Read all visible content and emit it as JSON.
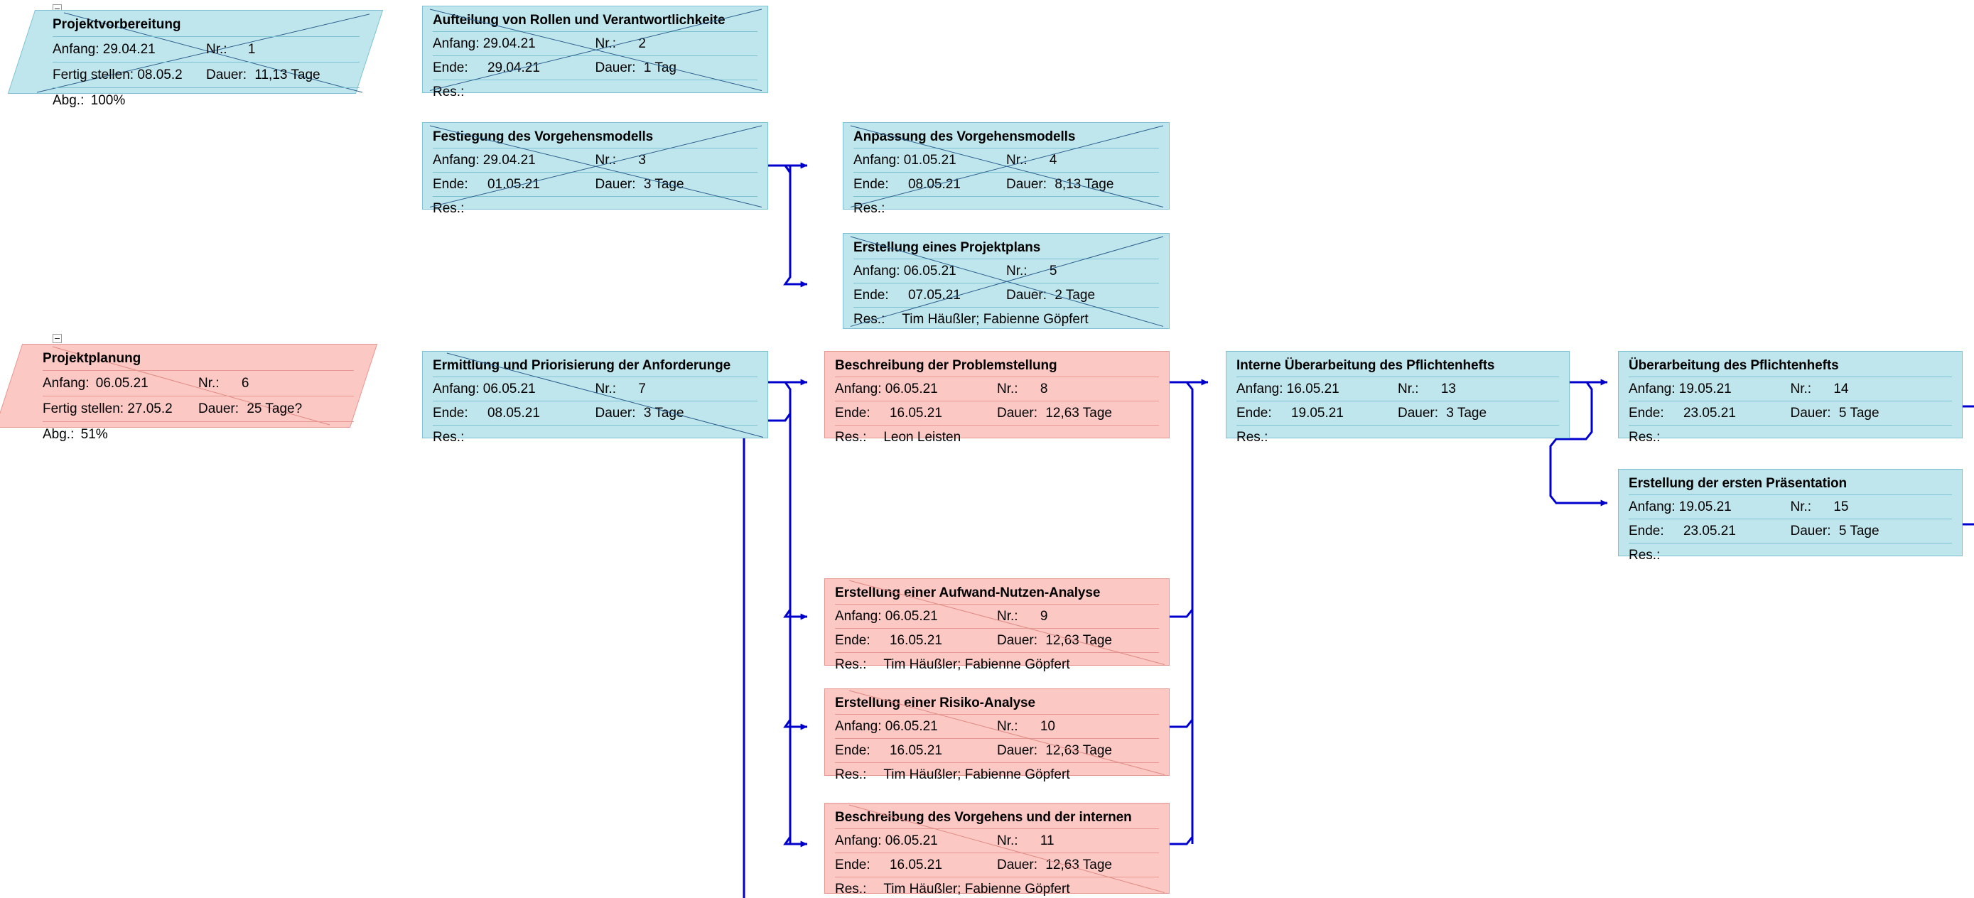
{
  "diagram": {
    "type": "network-diagram",
    "tool_hint": "project-network-diagram",
    "field_labels": {
      "anfang": "Anfang:",
      "ende": "Ende:",
      "fertig": "Fertig stellen:",
      "nr": "Nr.:",
      "dauer": "Dauer:",
      "res": "Res.:",
      "abg": "Abg.:"
    },
    "colors": {
      "cyan_fill": "#bfe6ec",
      "cyan_border": "#7cc2d2",
      "pink_fill": "#fbc8c4",
      "pink_border": "#e79792",
      "link": "#0000cc"
    }
  },
  "summaries": [
    {
      "id": "s1",
      "style": "cyan",
      "title": "Projektvorbereitung",
      "anfang": "29.04.21",
      "nr": "1",
      "fertig": "08.05.2",
      "dauer": "11,13 Tage",
      "abg": "100%",
      "struck": true
    },
    {
      "id": "s6",
      "style": "pink",
      "title": "Projektplanung",
      "anfang": "06.05.21",
      "nr": "6",
      "fertig": "27.05.2",
      "dauer": "25 Tage?",
      "abg": "51%",
      "struck": true
    }
  ],
  "tasks": [
    {
      "id": "t2",
      "style": "cyan",
      "title": "Aufteilung von Rollen und Verantwortlichkeite",
      "anfang": "29.04.21",
      "nr": "2",
      "ende": "29.04.21",
      "dauer": "1 Tag",
      "res": "",
      "struck": "x"
    },
    {
      "id": "t3",
      "style": "cyan",
      "title": "Festiegung des Vorgehensmodells",
      "anfang": "29.04.21",
      "nr": "3",
      "ende": "01.05.21",
      "dauer": "3 Tage",
      "res": "",
      "struck": "x"
    },
    {
      "id": "t4",
      "style": "cyan",
      "title": "Anpassung des Vorgehensmodells",
      "anfang": "01.05.21",
      "nr": "4",
      "ende": "08.05.21",
      "dauer": "8,13 Tage",
      "res": "",
      "struck": "x"
    },
    {
      "id": "t5",
      "style": "cyan",
      "title": "Erstellung eines Projektplans",
      "anfang": "06.05.21",
      "nr": "5",
      "ende": "07.05.21",
      "dauer": "2 Tage",
      "res": "Tim Häußler; Fabienne Göpfert",
      "struck": "x"
    },
    {
      "id": "t7",
      "style": "cyan",
      "title": "Ermittlung und Priorisierung der Anforderunge",
      "anfang": "06.05.21",
      "nr": "7",
      "ende": "08.05.21",
      "dauer": "3 Tage",
      "res": "",
      "struck": "diag"
    },
    {
      "id": "t8",
      "style": "pink",
      "title": "Beschreibung der Problemstellung",
      "anfang": "06.05.21",
      "nr": "8",
      "ende": "16.05.21",
      "dauer": "12,63 Tage",
      "res": "Leon Leisten",
      "struck": "none"
    },
    {
      "id": "t9",
      "style": "pink",
      "title": "Erstellung einer Aufwand-Nutzen-Analyse",
      "anfang": "06.05.21",
      "nr": "9",
      "ende": "16.05.21",
      "dauer": "12,63 Tage",
      "res": "Tim Häußler; Fabienne Göpfert",
      "struck": "diag"
    },
    {
      "id": "t10",
      "style": "pink",
      "title": "Erstellung einer Risiko-Analyse",
      "anfang": "06.05.21",
      "nr": "10",
      "ende": "16.05.21",
      "dauer": "12,63 Tage",
      "res": "Tim Häußler; Fabienne Göpfert",
      "struck": "diag"
    },
    {
      "id": "t11",
      "style": "pink",
      "title": "Beschreibung des Vorgehens und der internen",
      "anfang": "06.05.21",
      "nr": "11",
      "ende": "16.05.21",
      "dauer": "12,63 Tage",
      "res": "Tim Häußler; Fabienne Göpfert",
      "struck": "diag"
    },
    {
      "id": "t13",
      "style": "cyan",
      "title": "Interne Überarbeitung des Pflichtenhefts",
      "anfang": "16.05.21",
      "nr": "13",
      "ende": "19.05.21",
      "dauer": "3 Tage",
      "res": "",
      "struck": "none"
    },
    {
      "id": "t14",
      "style": "cyan",
      "title": "Überarbeitung des Pflichtenhefts",
      "anfang": "19.05.21",
      "nr": "14",
      "ende": "23.05.21",
      "dauer": "5 Tage",
      "res": "",
      "struck": "none"
    },
    {
      "id": "t15",
      "style": "cyan",
      "title": "Erstellung der ersten Präsentation",
      "anfang": "19.05.21",
      "nr": "15",
      "ende": "23.05.21",
      "dauer": "5 Tage",
      "res": "",
      "struck": "none"
    }
  ]
}
